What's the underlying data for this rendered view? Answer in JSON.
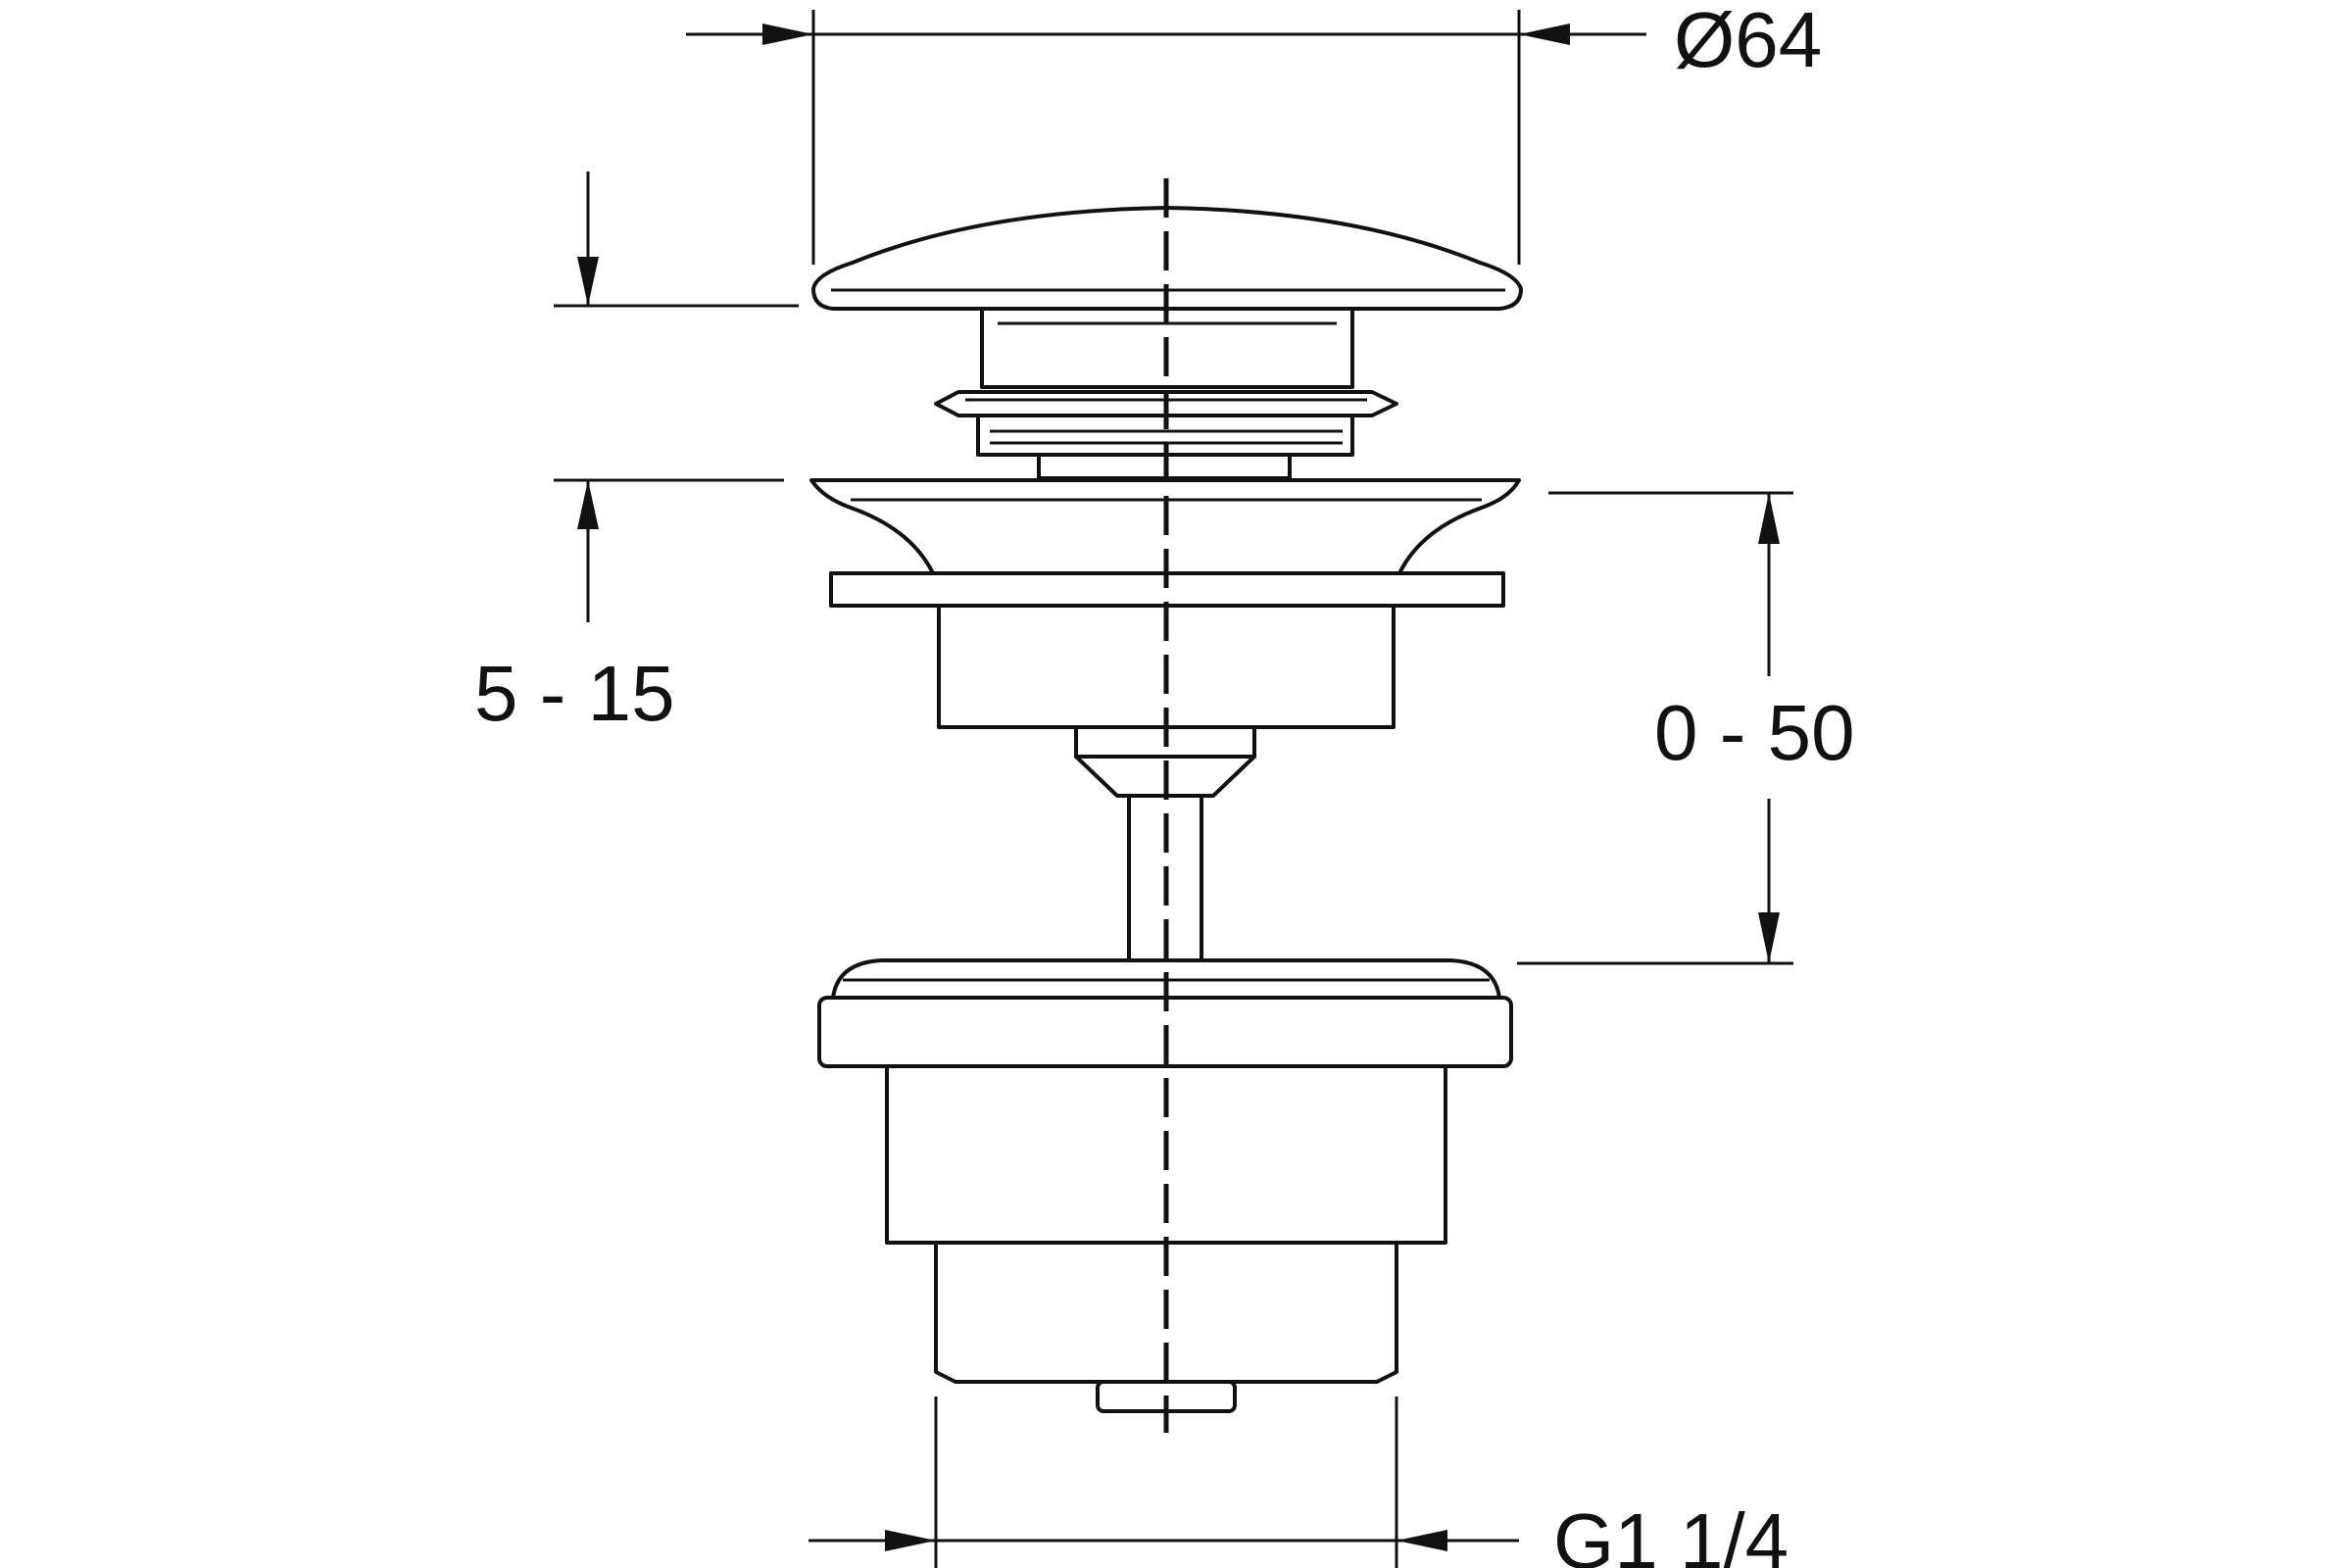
{
  "dimensions": {
    "cap_diameter": "Ø64",
    "cap_lift_range": "5 - 15",
    "basin_thickness_range": "0 - 50",
    "thread_size": "G1 1/4"
  },
  "colors": {
    "line": "#111111",
    "background": "#ffffff"
  }
}
